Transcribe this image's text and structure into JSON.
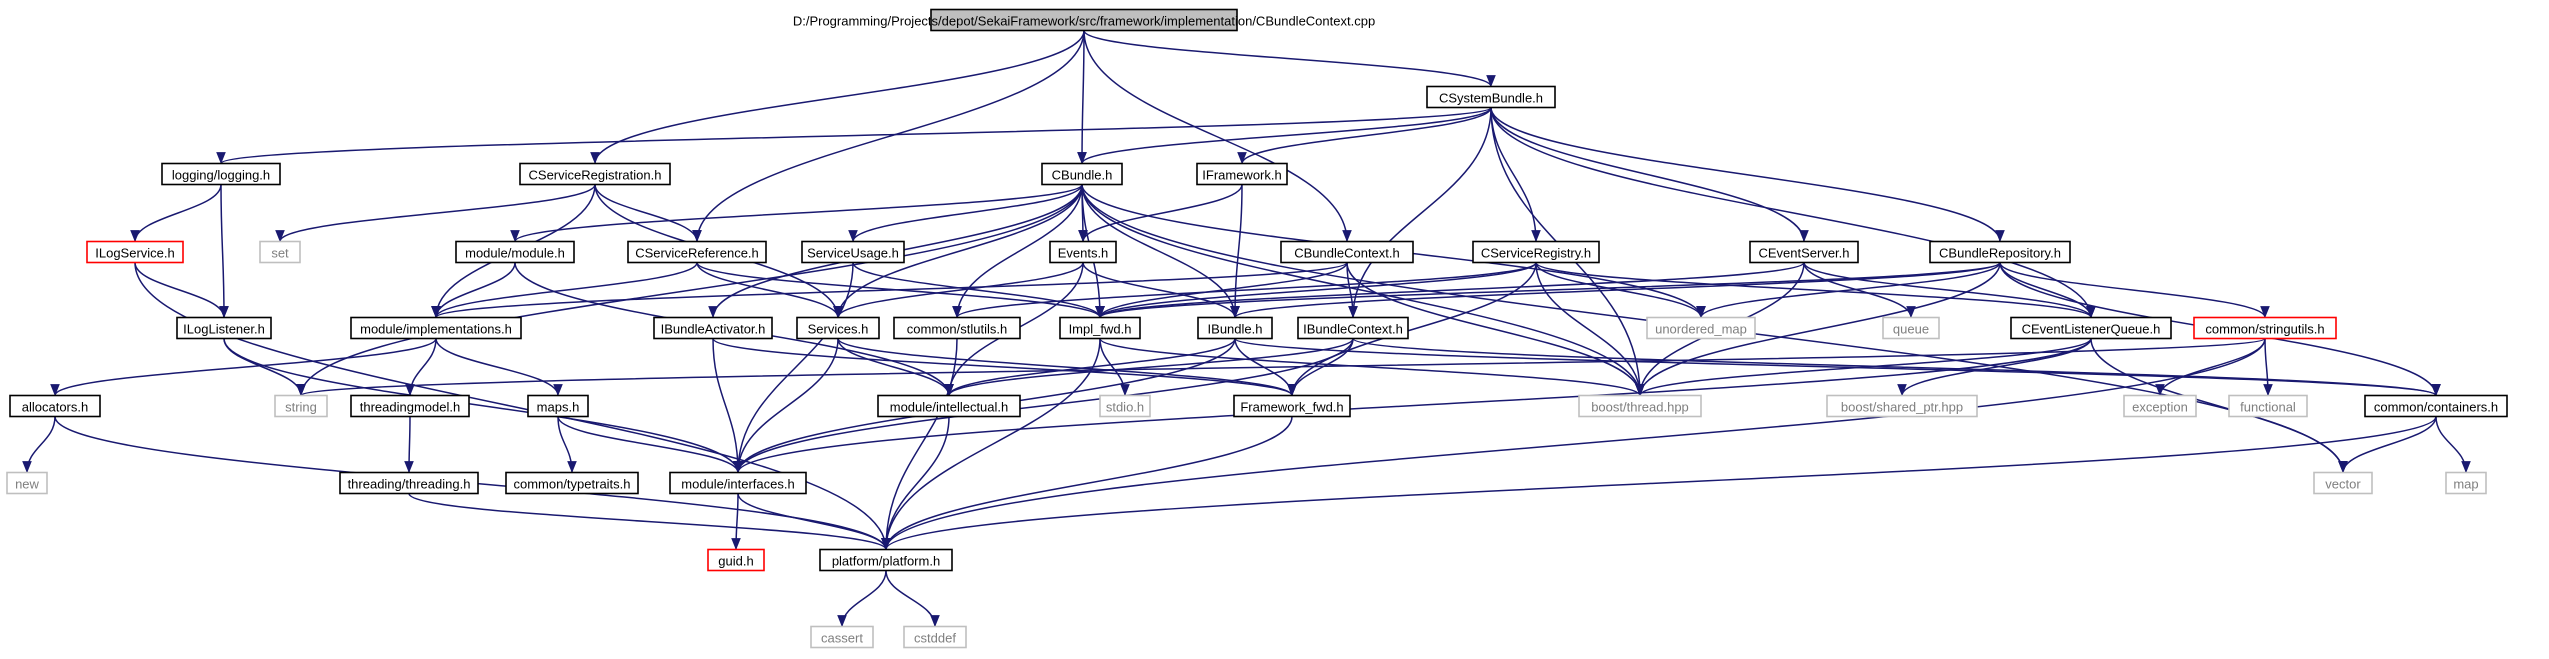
{
  "diagram": {
    "colors": {
      "edge": "#191970",
      "box_border": "#000000",
      "external_border": "#bfbfbf",
      "external_text": "#7f7f7f",
      "highlight_border": "#ff0000",
      "root_fill": "#bfbfbf",
      "box_fill": "#ffffff"
    },
    "nodes": [
      {
        "id": "root",
        "label": "D:/Programming/Projects/depot/SekaiFramework/src/framework/implementation/CBundleContext.cpp",
        "kind": "root"
      },
      {
        "id": "csystembundle",
        "label": "CSystemBundle.h",
        "kind": "file"
      },
      {
        "id": "logging",
        "label": "logging/logging.h",
        "kind": "file"
      },
      {
        "id": "cserviceregistration",
        "label": "CServiceRegistration.h",
        "kind": "file"
      },
      {
        "id": "cbundle",
        "label": "CBundle.h",
        "kind": "file"
      },
      {
        "id": "iframework",
        "label": "IFramework.h",
        "kind": "file"
      },
      {
        "id": "ilogservice",
        "label": "ILogService.h",
        "kind": "highlight"
      },
      {
        "id": "set",
        "label": "set",
        "kind": "external"
      },
      {
        "id": "modulemodule",
        "label": "module/module.h",
        "kind": "file"
      },
      {
        "id": "cservicereference",
        "label": "CServiceReference.h",
        "kind": "file"
      },
      {
        "id": "serviceusage",
        "label": "ServiceUsage.h",
        "kind": "file"
      },
      {
        "id": "events",
        "label": "Events.h",
        "kind": "file"
      },
      {
        "id": "cbundlecontexth",
        "label": "CBundleContext.h",
        "kind": "file"
      },
      {
        "id": "cserviceregistry",
        "label": "CServiceRegistry.h",
        "kind": "file"
      },
      {
        "id": "ceventserver",
        "label": "CEventServer.h",
        "kind": "file"
      },
      {
        "id": "cbundlerepository",
        "label": "CBundleRepository.h",
        "kind": "file"
      },
      {
        "id": "iloglistener",
        "label": "ILogListener.h",
        "kind": "file"
      },
      {
        "id": "moduleimplementations",
        "label": "module/implementations.h",
        "kind": "file"
      },
      {
        "id": "ibundleactivator",
        "label": "IBundleActivator.h",
        "kind": "file"
      },
      {
        "id": "services",
        "label": "Services.h",
        "kind": "file"
      },
      {
        "id": "commonstlutils",
        "label": "common/stlutils.h",
        "kind": "file"
      },
      {
        "id": "implfwd",
        "label": "Impl_fwd.h",
        "kind": "file"
      },
      {
        "id": "ibundle",
        "label": "IBundle.h",
        "kind": "file"
      },
      {
        "id": "ibundlecontext",
        "label": "IBundleContext.h",
        "kind": "file"
      },
      {
        "id": "unorderedmap",
        "label": "unordered_map",
        "kind": "external"
      },
      {
        "id": "queue",
        "label": "queue",
        "kind": "external"
      },
      {
        "id": "ceventlistenerqueue",
        "label": "CEventListenerQueue.h",
        "kind": "file"
      },
      {
        "id": "commonstringutils",
        "label": "common/stringutils.h",
        "kind": "highlight"
      },
      {
        "id": "allocators",
        "label": "allocators.h",
        "kind": "file"
      },
      {
        "id": "string",
        "label": "string",
        "kind": "external"
      },
      {
        "id": "threadingmodel",
        "label": "threadingmodel.h",
        "kind": "file"
      },
      {
        "id": "maps",
        "label": "maps.h",
        "kind": "file"
      },
      {
        "id": "moduleintellectual",
        "label": "module/intellectual.h",
        "kind": "file"
      },
      {
        "id": "stdio",
        "label": "stdio.h",
        "kind": "external"
      },
      {
        "id": "frameworkfwd",
        "label": "Framework_fwd.h",
        "kind": "file"
      },
      {
        "id": "boostthread",
        "label": "boost/thread.hpp",
        "kind": "external"
      },
      {
        "id": "boostsharedptr",
        "label": "boost/shared_ptr.hpp",
        "kind": "external"
      },
      {
        "id": "exception",
        "label": "exception",
        "kind": "external"
      },
      {
        "id": "functional",
        "label": "functional",
        "kind": "external"
      },
      {
        "id": "commoncontainers",
        "label": "common/containers.h",
        "kind": "file"
      },
      {
        "id": "new",
        "label": "new",
        "kind": "external"
      },
      {
        "id": "threading",
        "label": "threading/threading.h",
        "kind": "file"
      },
      {
        "id": "commontypetraits",
        "label": "common/typetraits.h",
        "kind": "file"
      },
      {
        "id": "moduleinterfaces",
        "label": "module/interfaces.h",
        "kind": "file"
      },
      {
        "id": "vector",
        "label": "vector",
        "kind": "external"
      },
      {
        "id": "map",
        "label": "map",
        "kind": "external"
      },
      {
        "id": "guid",
        "label": "guid.h",
        "kind": "highlight"
      },
      {
        "id": "platform",
        "label": "platform/platform.h",
        "kind": "file"
      },
      {
        "id": "cassert",
        "label": "cassert",
        "kind": "external"
      },
      {
        "id": "cstddef",
        "label": "cstddef",
        "kind": "external"
      }
    ],
    "edges": [
      [
        "root",
        "csystembundle"
      ],
      [
        "root",
        "cserviceregistration"
      ],
      [
        "root",
        "cbundle"
      ],
      [
        "root",
        "cservicereference"
      ],
      [
        "root",
        "cbundlecontexth"
      ],
      [
        "csystembundle",
        "logging"
      ],
      [
        "csystembundle",
        "cbundle"
      ],
      [
        "csystembundle",
        "iframework"
      ],
      [
        "csystembundle",
        "cserviceregistry"
      ],
      [
        "csystembundle",
        "ceventserver"
      ],
      [
        "csystembundle",
        "cbundlerepository"
      ],
      [
        "csystembundle",
        "ibundlecontext"
      ],
      [
        "csystembundle",
        "ceventlistenerqueue"
      ],
      [
        "csystembundle",
        "boostthread"
      ],
      [
        "logging",
        "ilogservice"
      ],
      [
        "logging",
        "iloglistener"
      ],
      [
        "ilogservice",
        "iloglistener"
      ],
      [
        "ilogservice",
        "platform"
      ],
      [
        "iloglistener",
        "string"
      ],
      [
        "iloglistener",
        "moduleinterfaces"
      ],
      [
        "cserviceregistration",
        "set"
      ],
      [
        "cserviceregistration",
        "cservicereference"
      ],
      [
        "cserviceregistration",
        "moduleimplementations"
      ],
      [
        "cserviceregistration",
        "services"
      ],
      [
        "cbundle",
        "modulemodule"
      ],
      [
        "cbundle",
        "serviceusage"
      ],
      [
        "cbundle",
        "events"
      ],
      [
        "cbundle",
        "ibundleactivator"
      ],
      [
        "cbundle",
        "services"
      ],
      [
        "cbundle",
        "commonstlutils"
      ],
      [
        "cbundle",
        "implfwd"
      ],
      [
        "cbundle",
        "ibundle"
      ],
      [
        "cbundle",
        "unorderedmap"
      ],
      [
        "cbundle",
        "boostthread"
      ],
      [
        "cbundle",
        "string"
      ],
      [
        "cbundle",
        "vector"
      ],
      [
        "iframework",
        "events"
      ],
      [
        "iframework",
        "ibundle"
      ],
      [
        "modulemodule",
        "moduleimplementations"
      ],
      [
        "modulemodule",
        "moduleintellectual"
      ],
      [
        "cservicereference",
        "moduleimplementations"
      ],
      [
        "cservicereference",
        "services"
      ],
      [
        "cservicereference",
        "implfwd"
      ],
      [
        "serviceusage",
        "implfwd"
      ],
      [
        "serviceusage",
        "moduleinterfaces"
      ],
      [
        "events",
        "services"
      ],
      [
        "events",
        "ibundle"
      ],
      [
        "events",
        "moduleintellectual"
      ],
      [
        "cbundlecontexth",
        "implfwd"
      ],
      [
        "cbundlecontexth",
        "ibundlecontext"
      ],
      [
        "cbundlecontexth",
        "boostthread"
      ],
      [
        "cbundlecontexth",
        "moduleimplementations"
      ],
      [
        "cserviceregistry",
        "implfwd"
      ],
      [
        "cserviceregistry",
        "commonstlutils"
      ],
      [
        "cserviceregistry",
        "unorderedmap"
      ],
      [
        "cserviceregistry",
        "boostthread"
      ],
      [
        "cserviceregistry",
        "frameworkfwd"
      ],
      [
        "cserviceregistry",
        "ceventlistenerqueue"
      ],
      [
        "ceventserver",
        "queue"
      ],
      [
        "ceventserver",
        "ceventlistenerqueue"
      ],
      [
        "ceventserver",
        "boostthread"
      ],
      [
        "ceventserver",
        "implfwd"
      ],
      [
        "cbundlerepository",
        "ceventlistenerqueue"
      ],
      [
        "cbundlerepository",
        "commonstringutils"
      ],
      [
        "cbundlerepository",
        "commoncontainers"
      ],
      [
        "cbundlerepository",
        "ibundle"
      ],
      [
        "cbundlerepository",
        "boostthread"
      ],
      [
        "cbundlerepository",
        "unorderedmap"
      ],
      [
        "cbundlerepository",
        "implfwd"
      ],
      [
        "moduleimplementations",
        "allocators"
      ],
      [
        "moduleimplementations",
        "threadingmodel"
      ],
      [
        "moduleimplementations",
        "maps"
      ],
      [
        "ibundleactivator",
        "moduleinterfaces"
      ],
      [
        "ibundleactivator",
        "frameworkfwd"
      ],
      [
        "services",
        "moduleintellectual"
      ],
      [
        "services",
        "moduleinterfaces"
      ],
      [
        "services",
        "frameworkfwd"
      ],
      [
        "commonstlutils",
        "platform"
      ],
      [
        "implfwd",
        "stdio"
      ],
      [
        "implfwd",
        "boostthread"
      ],
      [
        "implfwd",
        "platform"
      ],
      [
        "ibundle",
        "frameworkfwd"
      ],
      [
        "ibundle",
        "moduleinterfaces"
      ],
      [
        "ibundle",
        "moduleintellectual"
      ],
      [
        "ibundle",
        "commoncontainers"
      ],
      [
        "ibundlecontext",
        "frameworkfwd"
      ],
      [
        "ibundlecontext",
        "moduleintellectual"
      ],
      [
        "ibundlecontext",
        "moduleinterfaces"
      ],
      [
        "ibundlecontext",
        "commoncontainers"
      ],
      [
        "ceventlistenerqueue",
        "boostthread"
      ],
      [
        "ceventlistenerqueue",
        "boostsharedptr"
      ],
      [
        "ceventlistenerqueue",
        "vector"
      ],
      [
        "ceventlistenerqueue",
        "moduleinterfaces"
      ],
      [
        "commonstringutils",
        "exception"
      ],
      [
        "commonstringutils",
        "functional"
      ],
      [
        "commonstringutils",
        "platform"
      ],
      [
        "commonstringutils",
        "string"
      ],
      [
        "allocators",
        "new"
      ],
      [
        "allocators",
        "platform"
      ],
      [
        "threadingmodel",
        "threading"
      ],
      [
        "threading",
        "platform"
      ],
      [
        "maps",
        "commontypetraits"
      ],
      [
        "maps",
        "moduleinterfaces"
      ],
      [
        "moduleintellectual",
        "platform"
      ],
      [
        "frameworkfwd",
        "platform"
      ],
      [
        "moduleinterfaces",
        "guid"
      ],
      [
        "moduleinterfaces",
        "platform"
      ],
      [
        "commoncontainers",
        "vector"
      ],
      [
        "commoncontainers",
        "map"
      ],
      [
        "commoncontainers",
        "platform"
      ],
      [
        "platform",
        "cassert"
      ],
      [
        "platform",
        "cstddef"
      ]
    ]
  }
}
